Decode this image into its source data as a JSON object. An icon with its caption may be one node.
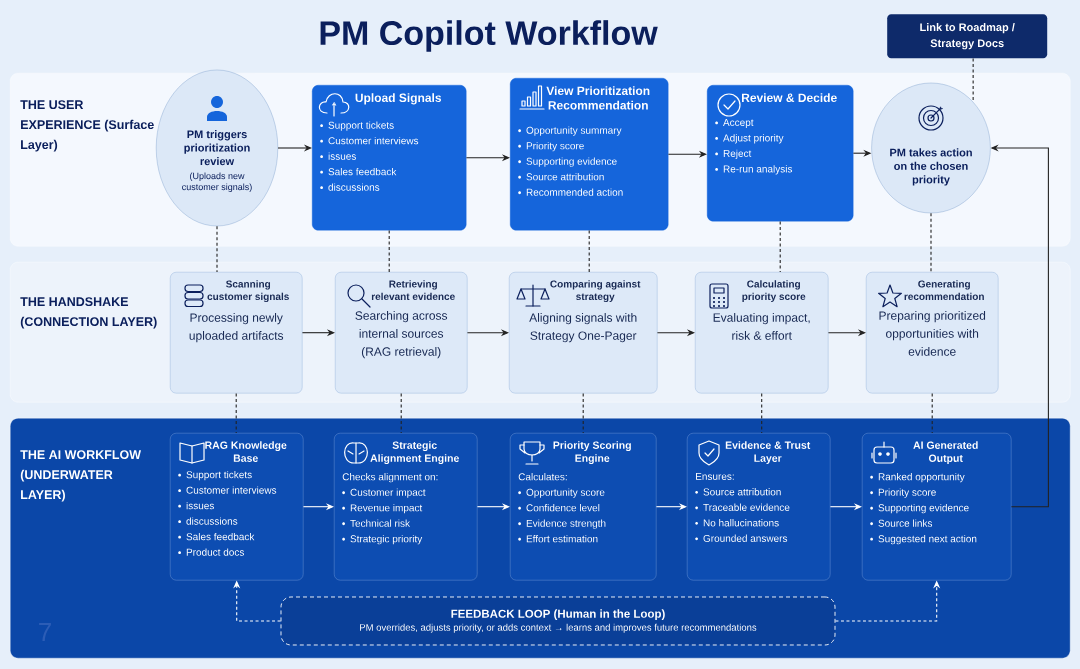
{
  "diagram": {
    "title": "PM Copilot Workflow",
    "nodes": [
      {
        "text": [
          "Link to Roadmap / Strategy Docs"
        ]
      },
      {
        "text": [
          "THE USER EXPERIENCE (Surface Layer)"
        ]
      },
      {
        "text": [
          "PM triggers prioritization review",
          "(Uploads new customer signals)"
        ],
        "in": 1
      },
      {
        "text": [
          "Upload Signals",
          "Support tickets",
          "Customer interviews",
          "issues",
          "Sales feedback",
          "discussions"
        ],
        "in": 1
      },
      {
        "text": [
          "View Prioritization Recommendation",
          "Opportunity summary",
          "Priority score",
          "Supporting evidence",
          "Source attribution",
          "Recommended action"
        ],
        "in": 1
      },
      {
        "text": [
          "Review & Decide",
          "Accept",
          "Adjust priority",
          "Reject",
          "Re-run analysis"
        ],
        "in": 1
      },
      {
        "text": [
          "PM takes action on the chosen priority"
        ],
        "in": 1
      },
      {
        "text": [
          "THE HANDSHAKE (CONNECTION LAYER)"
        ]
      },
      {
        "text": [
          "Scanning customer signals",
          "Processing newly uploaded artifacts"
        ],
        "in": 7
      },
      {
        "text": [
          "Retrieving relevant evidence",
          "Searching across internal sources (RAG retrieval)"
        ],
        "in": 7
      },
      {
        "text": [
          "Comparing against strategy",
          "Aligning signals with Strategy One-Pager"
        ],
        "in": 7
      },
      {
        "text": [
          "Calculating priority score",
          "Evaluating impact, risk & effort"
        ],
        "in": 7
      },
      {
        "text": [
          "Generating recommendation",
          "Preparing prioritized opportunities with evidence"
        ],
        "in": 7
      },
      {
        "text": [
          "THE AI WORKFLOW (UNDERWATER LAYER)"
        ]
      },
      {
        "text": [
          "RAG Knowledge Base",
          "Support tickets",
          "Customer interviews",
          "issues",
          "discussions",
          "Sales feedback",
          "Product docs"
        ],
        "in": 13
      },
      {
        "text": [
          "Strategic Alignment Engine",
          "Checks alignment on:",
          "Customer impact",
          "Revenue impact",
          "Technical risk",
          "Strategic priority"
        ],
        "in": 13
      },
      {
        "text": [
          "Priority Scoring Engine",
          "Calculates:",
          "Opportunity score",
          "Confidence level",
          "Evidence strength",
          "Effort estimation"
        ],
        "in": 13
      },
      {
        "text": [
          "Evidence & Trust Layer",
          "Ensures:",
          "Source attribution",
          "Traceable evidence",
          "No hallucinations",
          "Grounded answers"
        ],
        "in": 13
      },
      {
        "text": [
          "AI Generated Output",
          "Ranked opportunity",
          "Priority score",
          "Supporting evidence",
          "Source links",
          "Suggested next action"
        ],
        "in": 13
      },
      {
        "text": [
          "FEEDBACK LOOP (Human in the Loop)",
          "PM overrides, adjusts priority, or adds context → learns and improves future recommendations"
        ],
        "in": 13
      }
    ],
    "edges": [
      {
        "from": 2,
        "to": 3,
        "arrow": "to"
      },
      {
        "from": 3,
        "to": 4,
        "arrow": "to"
      },
      {
        "from": 4,
        "to": 5,
        "arrow": "to"
      },
      {
        "from": 5,
        "to": 6,
        "arrow": "to"
      },
      {
        "from": 8,
        "to": 9,
        "arrow": "to"
      },
      {
        "from": 9,
        "to": 10,
        "arrow": "to"
      },
      {
        "from": 10,
        "to": 11,
        "arrow": "to"
      },
      {
        "from": 11,
        "to": 12,
        "arrow": "to"
      },
      {
        "from": 14,
        "to": 15,
        "arrow": "to",
        "color": "#ffffff"
      },
      {
        "from": 15,
        "to": 16,
        "arrow": "to",
        "color": "#ffffff"
      },
      {
        "from": 16,
        "to": 17,
        "arrow": "to",
        "color": "#ffffff"
      },
      {
        "from": 17,
        "to": 18,
        "arrow": "to",
        "color": "#ffffff"
      },
      {
        "from": 18,
        "to": 6,
        "arrow": "to"
      },
      {
        "from": 19,
        "to": 14,
        "arrow": "to",
        "style": "dashed",
        "color": "#ffffff"
      },
      {
        "from": 19,
        "to": 18,
        "arrow": "to",
        "style": "dashed",
        "color": "#ffffff"
      },
      {
        "from": 0,
        "to": 6,
        "arrow": "none",
        "style": "dashed"
      },
      {
        "from": 2,
        "to": 8,
        "arrow": "none",
        "style": "dashed"
      },
      {
        "from": 3,
        "to": 9,
        "arrow": "none",
        "style": "dashed"
      },
      {
        "from": 4,
        "to": 10,
        "arrow": "none",
        "style": "dashed"
      },
      {
        "from": 5,
        "to": 11,
        "arrow": "none",
        "style": "dashed"
      },
      {
        "from": 6,
        "to": 12,
        "arrow": "none",
        "style": "dashed"
      },
      {
        "from": 8,
        "to": 14,
        "arrow": "none",
        "style": "dashed"
      },
      {
        "from": 9,
        "to": 15,
        "arrow": "none",
        "style": "dashed"
      },
      {
        "from": 10,
        "to": 16,
        "arrow": "none",
        "style": "dashed"
      },
      {
        "from": 11,
        "to": 17,
        "arrow": "none",
        "style": "dashed"
      },
      {
        "from": 12,
        "to": 18,
        "arrow": "none",
        "style": "dashed"
      }
    ],
    "labels": [
      "7"
    ]
  }
}
